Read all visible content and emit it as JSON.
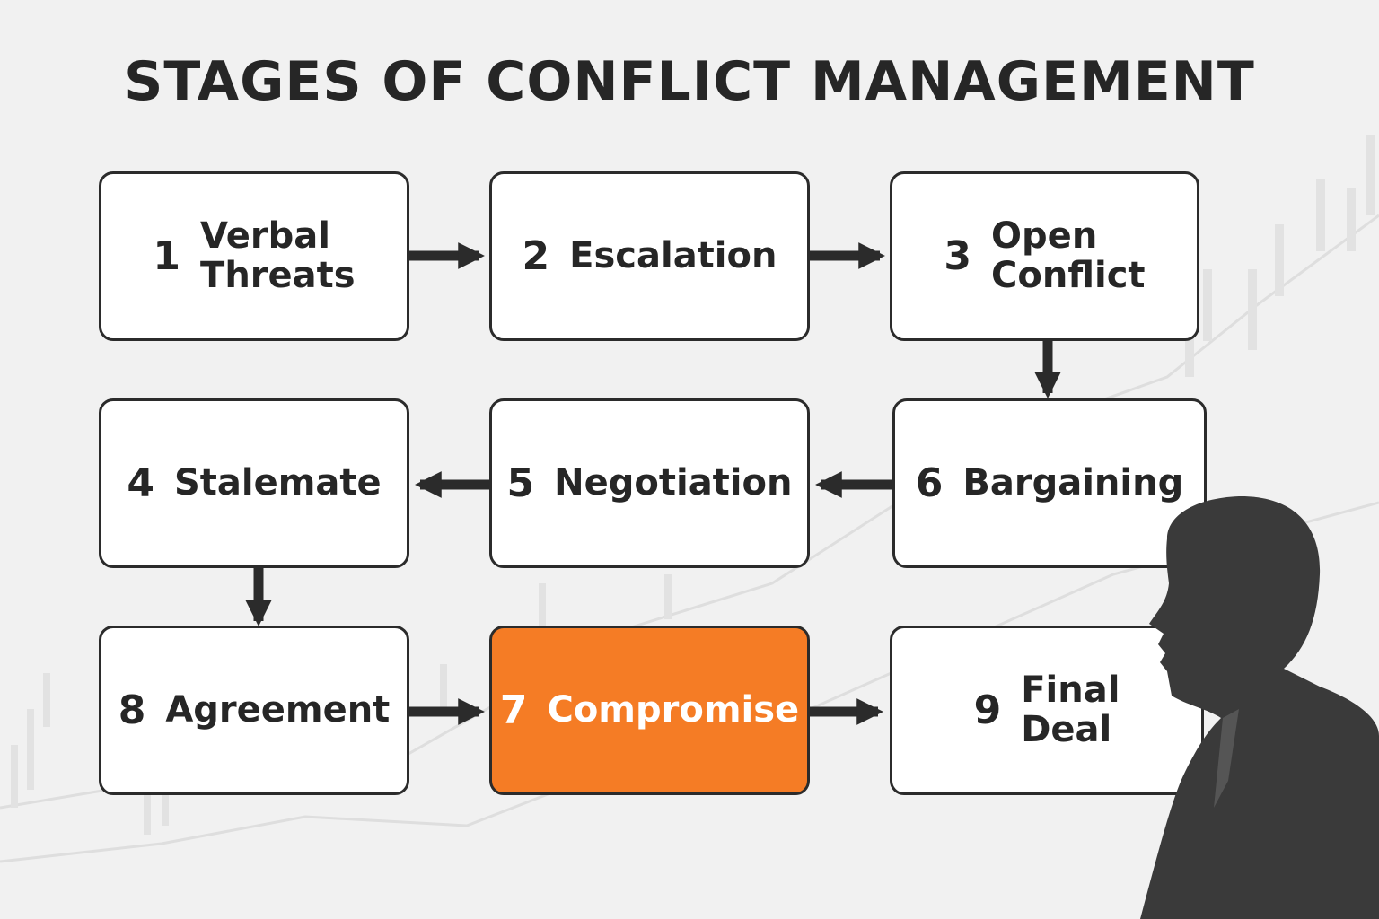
{
  "title": "STAGES OF CONFLICT MANAGEMENT",
  "colors": {
    "accent": "#f57c25",
    "box_border": "#2b2b2b",
    "arrow": "#2b2b2b",
    "silhouette": "#3a3a3a"
  },
  "stages": [
    {
      "number": "1",
      "label": "Verbal\nThreats"
    },
    {
      "number": "2",
      "label": "Escalation"
    },
    {
      "number": "3",
      "label": "Open\nConflict"
    },
    {
      "number": "4",
      "label": "Stalemate"
    },
    {
      "number": "5",
      "label": "Negotiation"
    },
    {
      "number": "6",
      "label": "Bargaining"
    },
    {
      "number": "7",
      "label": "Compromise",
      "highlight": true
    },
    {
      "number": "8",
      "label": "Agreement"
    },
    {
      "number": "9",
      "label": "Final\nDeal"
    }
  ],
  "flow": [
    [
      "1",
      "2"
    ],
    [
      "2",
      "3"
    ],
    [
      "3",
      "6"
    ],
    [
      "6",
      "5"
    ],
    [
      "5",
      "4"
    ],
    [
      "4",
      "8"
    ],
    [
      "8",
      "7"
    ],
    [
      "7",
      "9"
    ]
  ]
}
